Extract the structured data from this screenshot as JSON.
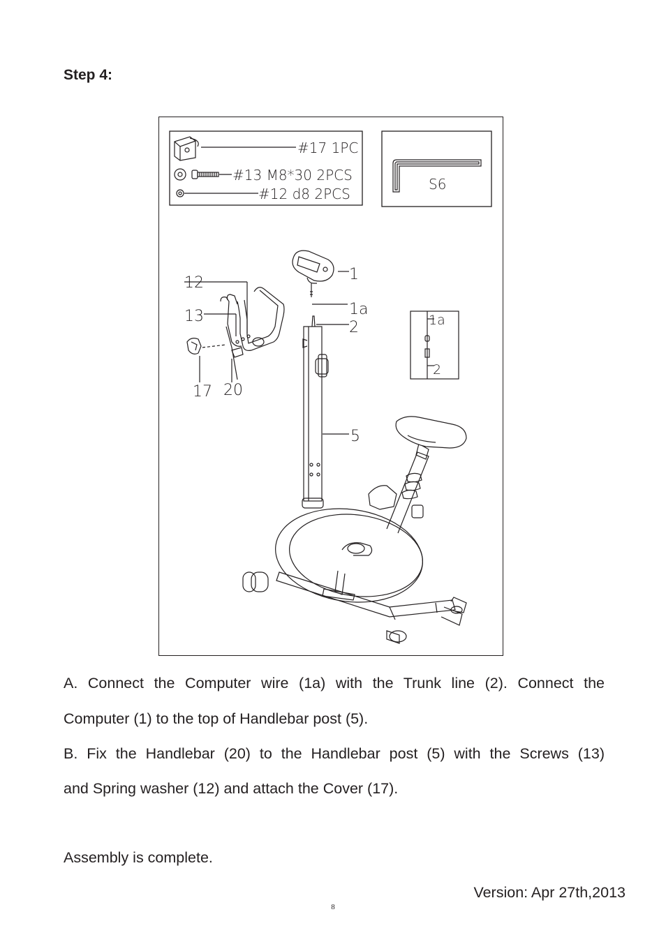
{
  "step_title": "Step 4:",
  "parts_box": {
    "items": [
      {
        "label": "#17 1PC",
        "icon": "cover-icon"
      },
      {
        "label": "#13 M8*30 2PCS",
        "icon": "screw-icon"
      },
      {
        "label": "#12 d8 2PCS",
        "icon": "washer-icon"
      }
    ]
  },
  "tool_box": {
    "label": "S6",
    "icon": "allen-key-icon"
  },
  "callouts": {
    "computer": "1",
    "computer_wire": "1a",
    "trunk_line": "2",
    "handlebar_post": "5",
    "spring_washer": "12",
    "screws": "13",
    "cover": "17",
    "handlebar": "20"
  },
  "inset": {
    "top_label": "1a",
    "bottom_label": "2"
  },
  "instructions": {
    "a_line1": "A. Connect the Computer wire (1a) with the Trunk line (2). Connect the",
    "a_line2": "Computer (1) to the top of Handlebar post (5).",
    "b_line1": "B. Fix the Handlebar (20) to the Handlebar post (5) with the Screws (13)",
    "b_line2": "and Spring washer (12) and attach the Cover (17)."
  },
  "completion_text": "Assembly is complete.",
  "version_text": "Version: Apr 27th,2013",
  "page_number": "8"
}
